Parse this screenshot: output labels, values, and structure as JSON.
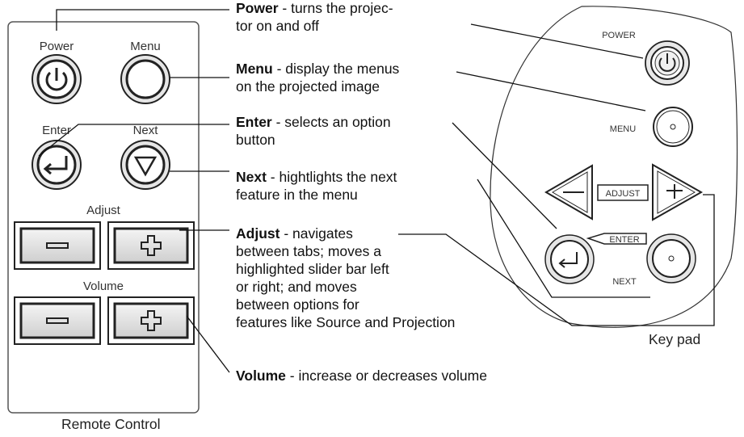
{
  "remote": {
    "caption": "Remote Control",
    "buttons": {
      "power": "Power",
      "menu": "Menu",
      "enter": "Enter",
      "next": "Next",
      "adjust": "Adjust",
      "volume": "Volume"
    }
  },
  "keypad": {
    "caption": "Key pad",
    "labels": {
      "power": "POWER",
      "menu": "MENU",
      "adjust": "ADJUST",
      "enter": "ENTER",
      "next": "NEXT"
    }
  },
  "descriptions": {
    "power": {
      "term": "Power",
      "line1": " - turns the projec-",
      "line2": "tor on and off"
    },
    "menu": {
      "term": "Menu",
      "line1": " - display the menus",
      "line2": "on the projected image"
    },
    "enter": {
      "term": "Enter",
      "line1": " - selects an option",
      "line2": "button"
    },
    "next": {
      "term": "Next",
      "line1": " - hightlights the next",
      "line2": "feature in the menu"
    },
    "adjust": {
      "term": "Adjust",
      "line1": " - navigates",
      "line2": "between tabs; moves a",
      "line3": "highlighted slider bar left",
      "line4": "or right; and moves",
      "line5": "between options for",
      "line6": "features like Source and Projection"
    },
    "volume": {
      "term": "Volume",
      "line1": " - increase or decreases volume"
    }
  },
  "icons": [
    "power-icon",
    "enter-arrow-icon",
    "down-triangle-icon",
    "minus-icon",
    "plus-icon",
    "left-arrow-icon",
    "right-arrow-icon"
  ]
}
